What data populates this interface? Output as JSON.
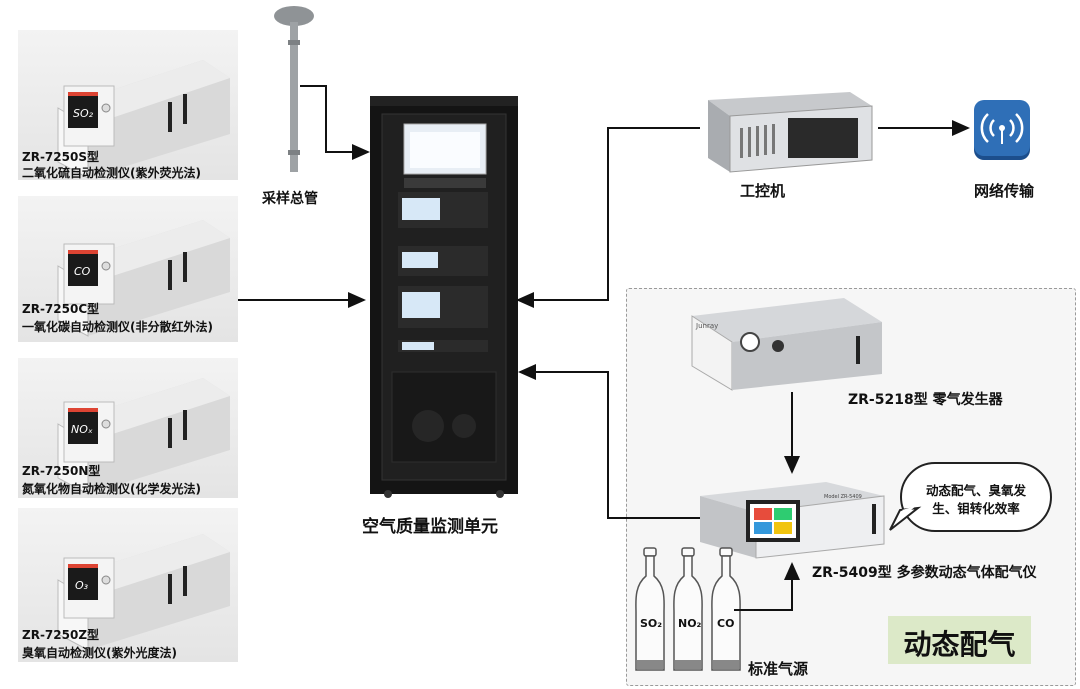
{
  "analyzers": [
    {
      "screen": "SO₂",
      "model": "ZR-7250S型",
      "desc": "二氧化硫自动检测仪(紫外荧光法)"
    },
    {
      "screen": "CO",
      "model": "ZR-7250C型",
      "desc": "一氧化碳自动检测仪(非分散红外法)"
    },
    {
      "screen": "NOₓ",
      "model": "ZR-7250N型",
      "desc": "氮氧化物自动检测仪(化学发光法)"
    },
    {
      "screen": "O₃",
      "model": "ZR-7250Z型",
      "desc": "臭氧自动检测仪(紫外光度法)"
    }
  ],
  "sampling": {
    "label": "采样总管"
  },
  "cabinet": {
    "label": "空气质量监测单元"
  },
  "ipc": {
    "label": "工控机"
  },
  "network": {
    "label": "网络传输"
  },
  "zero_air": {
    "label": "ZR-5218型 零气发生器",
    "brand": "Junray"
  },
  "calibrator": {
    "label": "ZR-5409型 多参数动态气体配气仪",
    "model_text": "Model ZR-5409"
  },
  "bubble": {
    "line1": "动态配气、臭氧发",
    "line2": "生、钼转化效率"
  },
  "cylinders": {
    "items": [
      "SO₂",
      "NO₂",
      "CO"
    ],
    "label": "标准气源"
  },
  "zone": {
    "badge": "动态配气"
  }
}
